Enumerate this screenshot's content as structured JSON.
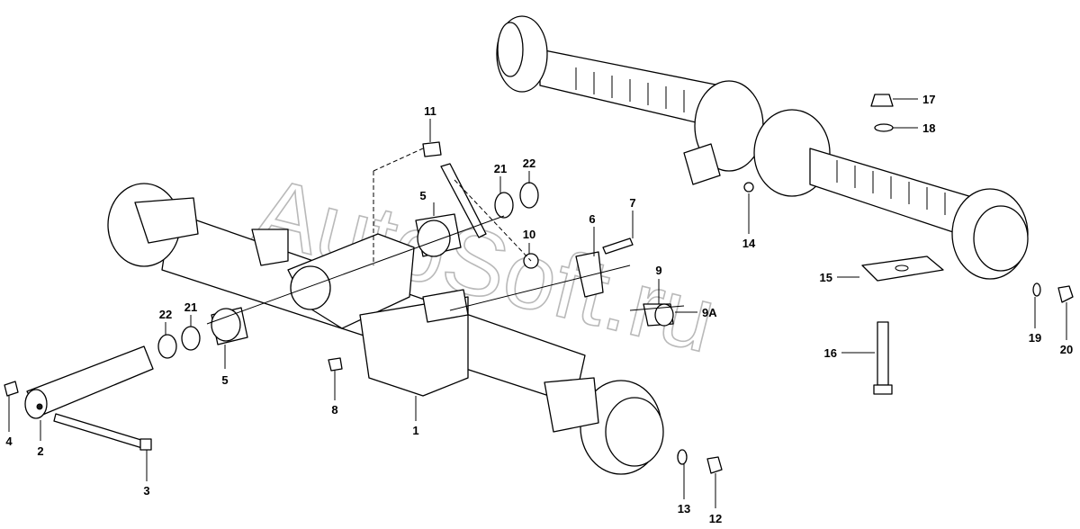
{
  "watermark": "AutoSoft.ru",
  "callouts": [
    "1",
    "2",
    "3",
    "4",
    "5",
    "5",
    "6",
    "7",
    "8",
    "9",
    "9A",
    "10",
    "11",
    "12",
    "13",
    "14",
    "15",
    "16",
    "17",
    "18",
    "19",
    "20",
    "21",
    "21",
    "22",
    "22"
  ]
}
